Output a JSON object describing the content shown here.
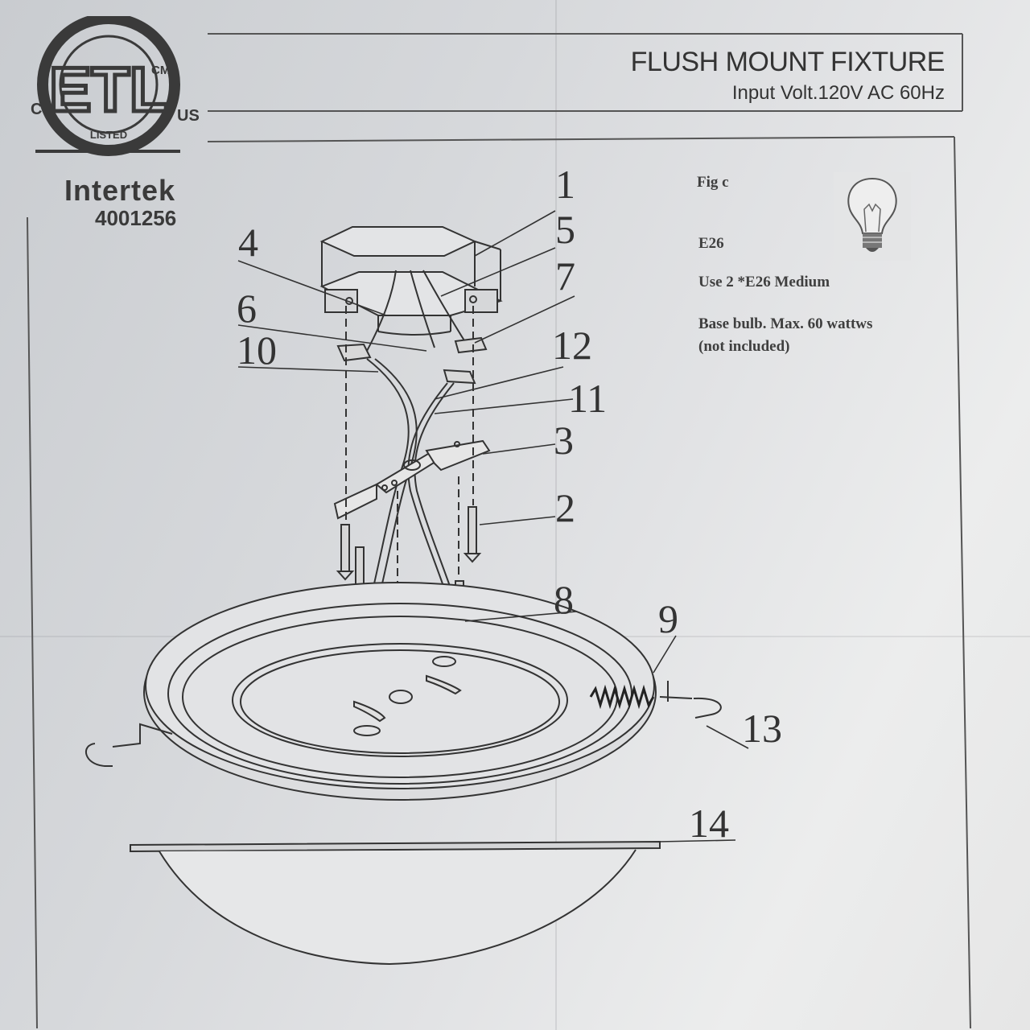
{
  "certification": {
    "mark_letters": "ETL",
    "mark_cm": "CM",
    "mark_listed": "LISTED",
    "mark_c": "C",
    "mark_us": "US",
    "brand": "Intertek",
    "number": "4001256"
  },
  "header": {
    "title": "FLUSH MOUNT FIXTURE",
    "subtitle": "Input Volt.120V AC 60Hz"
  },
  "specs": {
    "fig": "Fig   c",
    "base": "E26",
    "use": "Use 2 *E26 Medium",
    "max": "Base bulb. Max.  60 wattws",
    "note": "(not included)"
  },
  "callouts": [
    "1",
    "2",
    "3",
    "4",
    "5",
    "6",
    "7",
    "8",
    "9",
    "10",
    "11",
    "12",
    "13",
    "14"
  ],
  "icons": [
    "etl-listed-icon",
    "light-bulb-icon"
  ]
}
